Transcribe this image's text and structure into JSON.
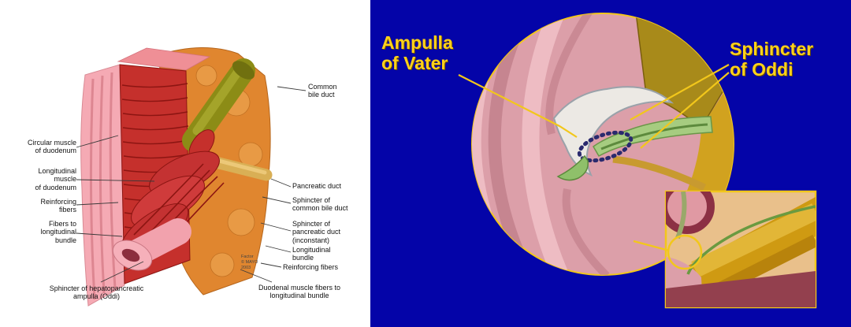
{
  "left_panel": {
    "background": "#ffffff",
    "credit": "Factor\n© MAYO\n2003",
    "labels": {
      "circular_muscle": "Circular muscle\nof duodenum",
      "longitudinal_muscle": "Longitudinal\nmuscle\nof duodenum",
      "reinforcing_fibers_left": "Reinforcing\nfibers",
      "fibers_to_longitudinal_bundle": "Fibers to\nlongitudinal\nbundle",
      "sphincter_hepatopancreatic": "Sphincter of hepatopancreatic\nampulla (Oddi)",
      "common_bile_duct": "Common\nbile duct",
      "pancreatic_duct": "Pancreatic duct",
      "sphincter_common_bile_duct": "Sphincter of\ncommon bile duct",
      "sphincter_pancreatic_duct": "Sphincter of\npancreatic duct\n(inconstant)",
      "longitudinal_bundle": "Longitudinal\nbundle",
      "reinforcing_fibers_right": "Reinforcing fibers",
      "duodenal_muscle_fibers": "Duodenal muscle fibers to\nlongitudinal bundle"
    }
  },
  "right_panel": {
    "background": "#0404a8",
    "accent_color": "#ffd21a",
    "labels": {
      "ampulla_of_vater": "Ampulla\nof Vater",
      "sphincter_of_oddi": "Sphincter\nof Oddi"
    }
  }
}
